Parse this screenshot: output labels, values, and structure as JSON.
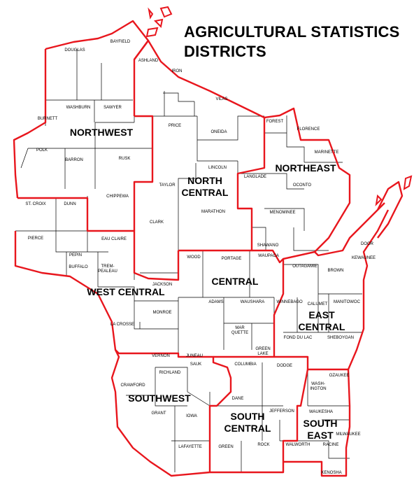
{
  "title": {
    "line1": "AGRICULTURAL STATISTICS",
    "line2": "DISTRICTS"
  },
  "colors": {
    "district_border": "#e8161d",
    "county_border": "#000000",
    "background": "#ffffff"
  },
  "districts": [
    {
      "id": "northwest",
      "lines": [
        "NORTHWEST"
      ]
    },
    {
      "id": "north-central",
      "lines": [
        "NORTH",
        "CENTRAL"
      ]
    },
    {
      "id": "northeast",
      "lines": [
        "NORTHEAST"
      ]
    },
    {
      "id": "west-central",
      "lines": [
        "WEST CENTRAL"
      ]
    },
    {
      "id": "central",
      "lines": [
        "CENTRAL"
      ]
    },
    {
      "id": "east-central",
      "lines": [
        "EAST",
        "CENTRAL"
      ]
    },
    {
      "id": "southwest",
      "lines": [
        "SOUTHWEST"
      ]
    },
    {
      "id": "south-central",
      "lines": [
        "SOUTH",
        "CENTRAL"
      ]
    },
    {
      "id": "southeast",
      "lines": [
        "SOUTH",
        "EAST"
      ]
    }
  ],
  "counties": [
    {
      "id": "douglas",
      "lines": [
        "DOUGLAS"
      ]
    },
    {
      "id": "bayfield",
      "lines": [
        "BAYFIELD"
      ]
    },
    {
      "id": "ashland",
      "lines": [
        "ASHLAND"
      ]
    },
    {
      "id": "iron",
      "lines": [
        "IRON"
      ]
    },
    {
      "id": "vilas",
      "lines": [
        "VILAS"
      ]
    },
    {
      "id": "washburn",
      "lines": [
        "WASHBURN"
      ]
    },
    {
      "id": "sawyer",
      "lines": [
        "SAWYER"
      ]
    },
    {
      "id": "burnett",
      "lines": [
        "BURNETT"
      ]
    },
    {
      "id": "price",
      "lines": [
        "PRICE"
      ]
    },
    {
      "id": "oneida",
      "lines": [
        "ONEIDA"
      ]
    },
    {
      "id": "forest",
      "lines": [
        "FOREST"
      ]
    },
    {
      "id": "florence",
      "lines": [
        "FLORENCE"
      ]
    },
    {
      "id": "marinette",
      "lines": [
        "MARINETTE"
      ]
    },
    {
      "id": "polk",
      "lines": [
        "POLK"
      ]
    },
    {
      "id": "barron",
      "lines": [
        "BARRON"
      ]
    },
    {
      "id": "rusk",
      "lines": [
        "RUSK"
      ]
    },
    {
      "id": "lincoln",
      "lines": [
        "LINCOLN"
      ]
    },
    {
      "id": "langlade",
      "lines": [
        "LANGLADE"
      ]
    },
    {
      "id": "oconto",
      "lines": [
        "OCONTO"
      ]
    },
    {
      "id": "taylor",
      "lines": [
        "TAYLOR"
      ]
    },
    {
      "id": "chippewa",
      "lines": [
        "CHIPPEWA"
      ]
    },
    {
      "id": "st-croix",
      "lines": [
        "ST. CROIX"
      ]
    },
    {
      "id": "dunn",
      "lines": [
        "DUNN"
      ]
    },
    {
      "id": "marathon",
      "lines": [
        "MARATHON"
      ]
    },
    {
      "id": "menominee",
      "lines": [
        "MENOMINEE"
      ]
    },
    {
      "id": "clark",
      "lines": [
        "CLARK"
      ]
    },
    {
      "id": "pierce",
      "lines": [
        "PIERCE"
      ]
    },
    {
      "id": "eau-claire",
      "lines": [
        "EAU CLAIRE"
      ]
    },
    {
      "id": "shawano",
      "lines": [
        "SHAWANO"
      ]
    },
    {
      "id": "door",
      "lines": [
        "DOOR"
      ]
    },
    {
      "id": "pepin",
      "lines": [
        "PEPIN"
      ]
    },
    {
      "id": "wood",
      "lines": [
        "WOOD"
      ]
    },
    {
      "id": "portage",
      "lines": [
        "PORTAGE"
      ]
    },
    {
      "id": "waupaca",
      "lines": [
        "WAUPACA"
      ]
    },
    {
      "id": "kewaunee",
      "lines": [
        "KEWAUNEE"
      ]
    },
    {
      "id": "buffalo",
      "lines": [
        "BUFFALO"
      ]
    },
    {
      "id": "trempealeau",
      "lines": [
        "TREM-",
        "PEALEAU"
      ]
    },
    {
      "id": "outagamie",
      "lines": [
        "OUTAGAMIE"
      ]
    },
    {
      "id": "brown",
      "lines": [
        "BROWN"
      ]
    },
    {
      "id": "jackson",
      "lines": [
        "JACKSON"
      ]
    },
    {
      "id": "adams",
      "lines": [
        "ADAMS"
      ]
    },
    {
      "id": "waushara",
      "lines": [
        "WAUSHARA"
      ]
    },
    {
      "id": "winnebago",
      "lines": [
        "WINNEBAGO"
      ]
    },
    {
      "id": "calumet",
      "lines": [
        "CALUMET"
      ]
    },
    {
      "id": "manitowoc",
      "lines": [
        "MANITOWOC"
      ]
    },
    {
      "id": "monroe",
      "lines": [
        "MONROE"
      ]
    },
    {
      "id": "la-crosse",
      "lines": [
        "LA CROSSE"
      ]
    },
    {
      "id": "marquette",
      "lines": [
        "MAR",
        "QUETTE"
      ]
    },
    {
      "id": "fond-du-lac",
      "lines": [
        "FOND DU LAC"
      ]
    },
    {
      "id": "sheboygan",
      "lines": [
        "SHEBOYGAN"
      ]
    },
    {
      "id": "green-lake",
      "lines": [
        "GREEN",
        "LAKE"
      ]
    },
    {
      "id": "juneau",
      "lines": [
        "JUNEAU"
      ]
    },
    {
      "id": "vernon",
      "lines": [
        "VERNON"
      ]
    },
    {
      "id": "sauk",
      "lines": [
        "SAUK"
      ]
    },
    {
      "id": "columbia",
      "lines": [
        "COLUMBIA"
      ]
    },
    {
      "id": "dodge",
      "lines": [
        "DODGE"
      ]
    },
    {
      "id": "ozaukee",
      "lines": [
        "OZAUKEE"
      ]
    },
    {
      "id": "richland",
      "lines": [
        "RICHLAND"
      ]
    },
    {
      "id": "crawford",
      "lines": [
        "CRAWFORD"
      ]
    },
    {
      "id": "washington",
      "lines": [
        "WASH-",
        "INGTON"
      ]
    },
    {
      "id": "dane",
      "lines": [
        "DANE"
      ]
    },
    {
      "id": "grant",
      "lines": [
        "GRANT"
      ]
    },
    {
      "id": "iowa",
      "lines": [
        "IOWA"
      ]
    },
    {
      "id": "jefferson",
      "lines": [
        "JEFFERSON"
      ]
    },
    {
      "id": "waukesha",
      "lines": [
        "WAUKESHA"
      ]
    },
    {
      "id": "milwaukee",
      "lines": [
        "MILWAUKEE"
      ]
    },
    {
      "id": "lafayette",
      "lines": [
        "LAFAYETTE"
      ]
    },
    {
      "id": "green",
      "lines": [
        "GREEN"
      ]
    },
    {
      "id": "rock",
      "lines": [
        "ROCK"
      ]
    },
    {
      "id": "walworth",
      "lines": [
        "WALWORTH"
      ]
    },
    {
      "id": "racine",
      "lines": [
        "RACINE"
      ]
    },
    {
      "id": "kenosha",
      "lines": [
        "KENOSHA"
      ]
    }
  ]
}
